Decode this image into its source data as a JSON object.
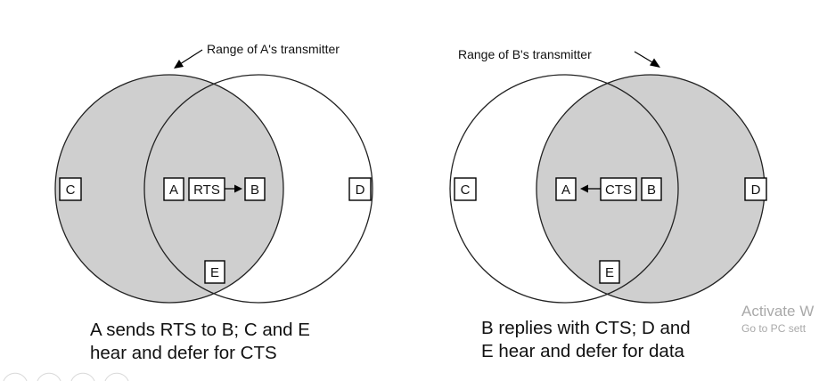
{
  "left_scenario": {
    "range_label": "Range of A's transmitter",
    "nodes": {
      "c": "C",
      "a": "A",
      "rts": "RTS",
      "b": "B",
      "d": "D",
      "e": "E"
    },
    "caption": [
      "A sends RTS to B; C and E",
      "hear and defer for CTS"
    ]
  },
  "right_scenario": {
    "range_label": "Range of B's transmitter",
    "nodes": {
      "c": "C",
      "a": "A",
      "cts": "CTS",
      "b": "B",
      "d": "D",
      "e": "E"
    },
    "caption": [
      "B replies with CTS; D and",
      "E hear and defer for data"
    ]
  },
  "watermark": {
    "line1": "Activate W",
    "line2": "Go to PC sett"
  },
  "colors": {
    "shade": "#cfcfcf",
    "stroke": "#222222"
  }
}
